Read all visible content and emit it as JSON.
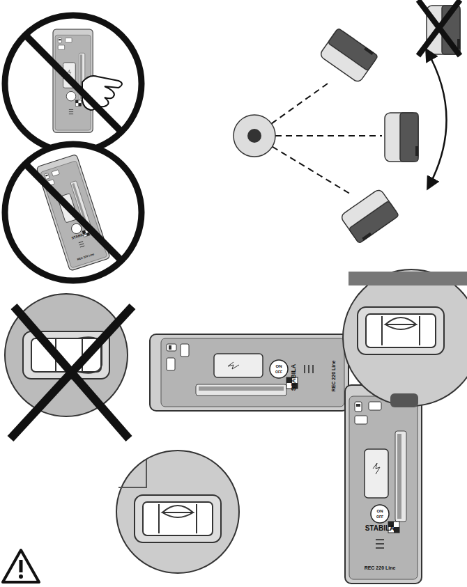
{
  "diagram": {
    "labels": [
      "ON",
      "OFF",
      "STABILA",
      "REC 220 Line",
      "ON",
      "OFF",
      "STABILA",
      "REC 220 Line",
      "STABILA",
      "REC 220 Line"
    ]
  }
}
